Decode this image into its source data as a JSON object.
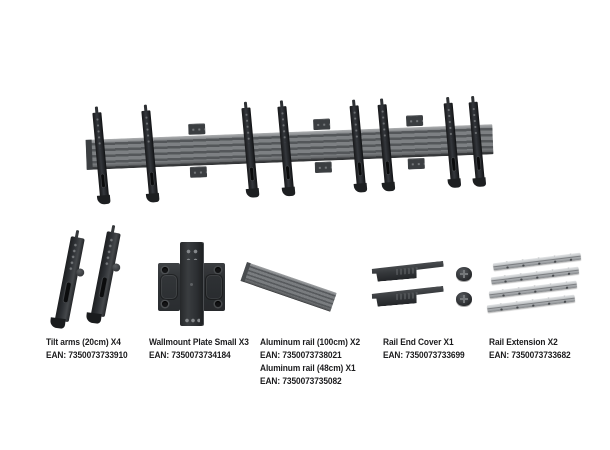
{
  "page": {
    "background": "#ffffff"
  },
  "hero_figure": {
    "name": "assembled-menu-board-rail",
    "tilt_arm_count": 8,
    "wall_plate_count": 3
  },
  "components": [
    {
      "figure": "tilt-arms-pair",
      "lines": [
        "Tilt arms (20cm) X4",
        "EAN: 7350073733910"
      ]
    },
    {
      "figure": "wallmount-plate-small",
      "lines": [
        "Wallmount Plate Small X3",
        "EAN: 7350073734184"
      ]
    },
    {
      "figure": "aluminum-rail",
      "lines": [
        "Aluminum rail (100cm) X2",
        "EAN: 7350073738021",
        "Aluminum rail (48cm) X1",
        "EAN: 7350073735082"
      ]
    },
    {
      "figure": "rail-end-cover",
      "lines": [
        "Rail End Cover X1",
        "EAN: 7350073733699"
      ]
    },
    {
      "figure": "rail-extension",
      "lines": [
        "Rail Extension X2",
        "EAN: 7350073733682"
      ]
    }
  ],
  "colors": {
    "background": "#ffffff",
    "label_text": "#1c1c1e",
    "rail_gray": "#6b6e71",
    "bracket_black": "#26282b",
    "aluminum_light": "#b8bbbe"
  }
}
